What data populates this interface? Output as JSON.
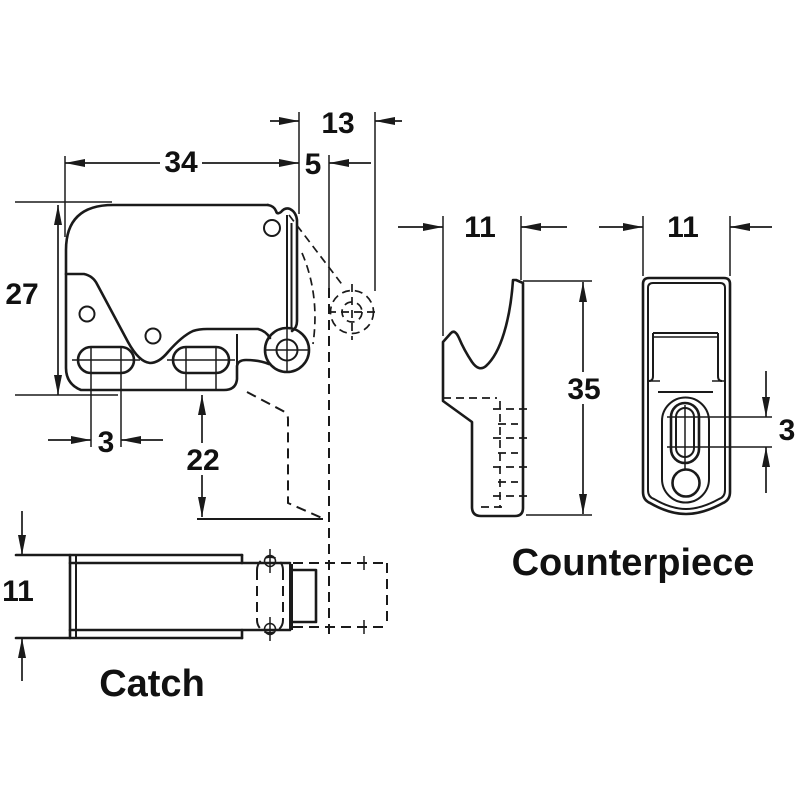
{
  "drawing": {
    "background_color": "#ffffff",
    "line_color": "#1a1a1a",
    "views": {
      "latch": {
        "dims": {
          "width": "34",
          "height": "27",
          "slot_spacing": "3",
          "bottom_offset": "22",
          "lever_travel": "13",
          "lever_gap": "5"
        }
      },
      "catch": {
        "label": "Catch",
        "dims": {
          "height": "11"
        }
      },
      "counterpiece": {
        "label": "Counterpiece",
        "dims": {
          "side_width": "11",
          "front_width": "11",
          "height": "35",
          "slot_width": "3"
        }
      }
    }
  }
}
